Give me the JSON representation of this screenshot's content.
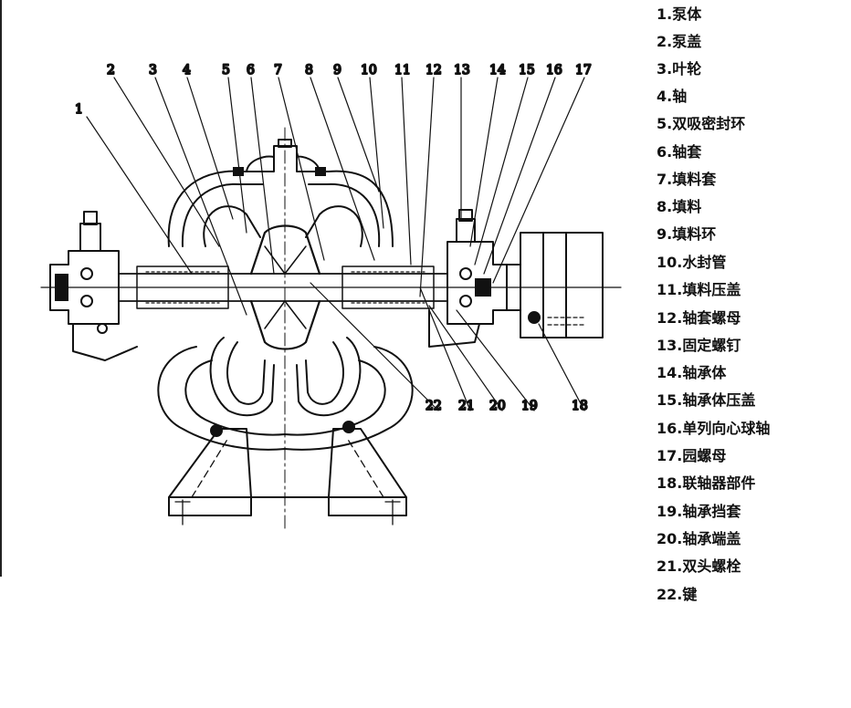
{
  "drawing": {
    "callouts": [
      "1",
      "2",
      "3",
      "4",
      "5",
      "6",
      "7",
      "8",
      "9",
      "10",
      "11",
      "12",
      "13",
      "14",
      "15",
      "16",
      "17",
      "18",
      "19",
      "20",
      "21",
      "22"
    ]
  },
  "legend": {
    "items": [
      "1.泵体",
      "2.泵盖",
      "3.叶轮",
      "4.轴",
      "5.双吸密封环",
      "6.轴套",
      "7.填料套",
      "8.填料",
      "9.填料环",
      "10.水封管",
      "11.填料压盖",
      "12.轴套螺母",
      "13.固定螺钉",
      "14.轴承体",
      "15.轴承体压盖",
      "16.单列向心球轴",
      "17.园螺母",
      "18.联轴器部件",
      "19.轴承挡套",
      "20.轴承端盖",
      "21.双头螺栓",
      "22.键"
    ]
  }
}
